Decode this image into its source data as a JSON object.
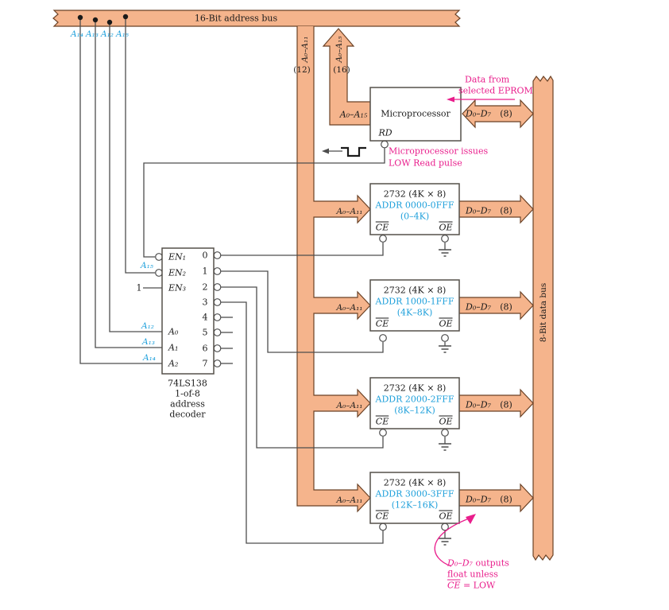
{
  "colors": {
    "bus_fill": "#F5B48C",
    "bus_stroke": "#6B4226",
    "wire": "#4D4D4D",
    "cyan": "#1FA0DB",
    "magenta": "#E91E8C",
    "text": "#1A1A1A"
  },
  "address_bus": {
    "label": "16-Bit address bus",
    "taps": [
      "A₁₄",
      "A₁₃",
      "A₁₂",
      "A₁₅"
    ]
  },
  "vertical_buses": {
    "addr12": {
      "label": "A₀–A₁₁",
      "width": "(12)"
    },
    "addr16": {
      "label": "A₀–A₁₅",
      "width": "(16)"
    }
  },
  "microprocessor": {
    "title": "Microprocessor",
    "addr_pins": "A₀–A₁₅",
    "read_pin": "RD",
    "data_pins": "D₀–D₇",
    "data_width": "(8)"
  },
  "annotations": {
    "data_from": {
      "line1": "Data from",
      "line2": "selected EPROM"
    },
    "read_pulse": {
      "line1": "Microprocessor issues",
      "line2": "LOW Read pulse"
    },
    "float_note": {
      "line1_signal": "D₀–D₇",
      "line1_rest": " outputs",
      "line2": "float unless",
      "line3_signal": "CE",
      "line3_rest": " = LOW"
    }
  },
  "decoder": {
    "inputs": [
      {
        "label": "EN₁"
      },
      {
        "label": "EN₂"
      },
      {
        "label": "EN₃"
      },
      {
        "label": "A₀"
      },
      {
        "label": "A₁"
      },
      {
        "label": "A₂"
      }
    ],
    "outputs": [
      "0",
      "1",
      "2",
      "3",
      "4",
      "5",
      "6",
      "7"
    ],
    "en3_constant": "1",
    "input_signals": [
      "A₁₅",
      "A₁₂",
      "A₁₃",
      "A₁₄"
    ],
    "caption": [
      "74LS138",
      "1-of-8",
      "address",
      "decoder"
    ]
  },
  "eproms": [
    {
      "title": "2732 (4K × 8)",
      "addr": "ADDR 0000-0FFF",
      "range": "(0–4K)",
      "ce": "CE",
      "oe": "OE",
      "addr_in": "A₀–A₁₁",
      "data_out": "D₀–D₇",
      "data_width": "(8)"
    },
    {
      "title": "2732 (4K × 8)",
      "addr": "ADDR 1000-1FFF",
      "range": "(4K–8K)",
      "ce": "CE",
      "oe": "OE",
      "addr_in": "A₀–A₁₁",
      "data_out": "D₀–D₇",
      "data_width": "(8)"
    },
    {
      "title": "2732 (4K × 8)",
      "addr": "ADDR 2000-2FFF",
      "range": "(8K–12K)",
      "ce": "CE",
      "oe": "OE",
      "addr_in": "A₀–A₁₁",
      "data_out": "D₀–D₇",
      "data_width": "(8)"
    },
    {
      "title": "2732 (4K × 8)",
      "addr": "ADDR 3000-3FFF",
      "range": "(12K–16K)",
      "ce": "CE",
      "oe": "OE",
      "addr_in": "A₀–A₁₁",
      "data_out": "D₀–D₇",
      "data_width": "(8)"
    }
  ],
  "data_bus": {
    "label": "8-Bit data bus"
  }
}
